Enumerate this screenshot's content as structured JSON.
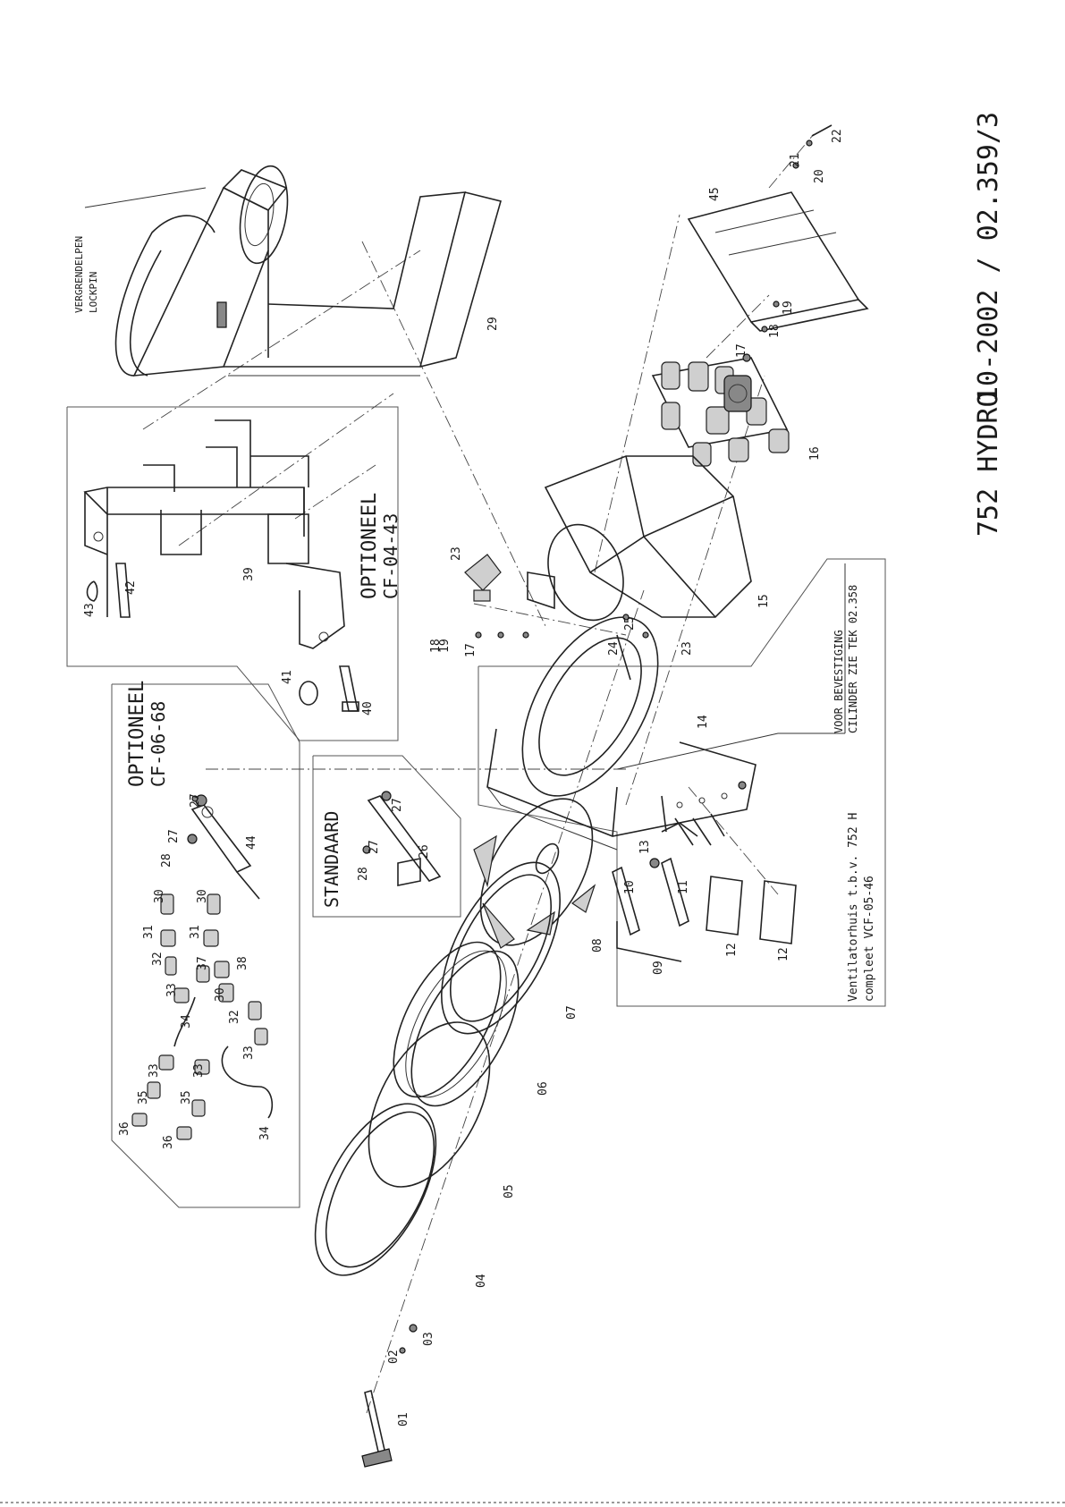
{
  "sheet": {
    "drawing_title": "752 HYDRO",
    "drawing_number": "10-2002 / 02.359/3"
  },
  "notes": {
    "lockpin_nl": "VERGRENDELPEN",
    "lockpin_en": "LOCKPIN",
    "optioneel_frame_title": "OPTIONEEL",
    "optioneel_frame_code": "CF-04-43",
    "optioneel_cyl_title": "OPTIONEEL",
    "optioneel_cyl_code": "CF-06-68",
    "standaard": "STANDAARD",
    "cilinder_note_1": "VOOR BEVESTIGING",
    "cilinder_note_2": "CILINDER ZIE TEK 02.358",
    "housing_note_1": "Ventilatorhuis t.b.v. 752 H",
    "housing_note_2": "compleet  VCF-05-46"
  },
  "callouts": {
    "c01": "01",
    "c02": "02",
    "c03": "03",
    "c04": "04",
    "c05": "05",
    "c06": "06",
    "c07": "07",
    "c08": "08",
    "c09": "09",
    "c10": "10",
    "c11": "11",
    "c12a": "12",
    "c12b": "12",
    "c13": "13",
    "c14": "14",
    "c15": "15",
    "c16": "16",
    "c17a": "17",
    "c17b": "17",
    "c18a": "18",
    "c18b": "18",
    "c19a": "19",
    "c19b": "19",
    "c20": "20",
    "c21": "21",
    "c22": "22",
    "c23a": "23",
    "c23b": "23",
    "c24": "24",
    "c25": "25",
    "c26": "26",
    "c27a": "27",
    "c27b": "27",
    "c27c": "27",
    "c27d": "27",
    "c28a": "28",
    "c28b": "28",
    "c29": "29",
    "c30a": "30",
    "c30b": "30",
    "c30c": "30",
    "c31a": "31",
    "c31b": "31",
    "c32a": "32",
    "c32b": "32",
    "c33a": "33",
    "c33b": "33",
    "c33c": "33",
    "c33d": "33",
    "c34a": "34",
    "c34b": "34",
    "c35a": "35",
    "c35b": "35",
    "c36a": "36",
    "c36b": "36",
    "c37": "37",
    "c38": "38",
    "c39": "39",
    "c40": "40",
    "c41": "41",
    "c42": "42",
    "c43": "43",
    "c44": "44",
    "c45": "45"
  }
}
